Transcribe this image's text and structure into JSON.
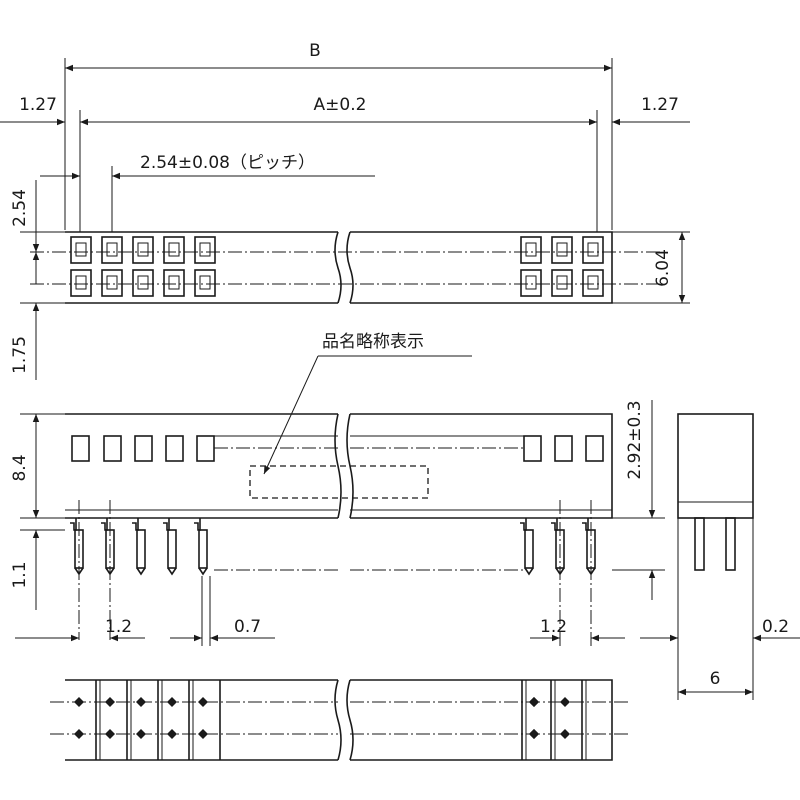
{
  "labels": {
    "overall_length": "B",
    "pin_row_length": "A±0.2",
    "end_margin_left": "1.27",
    "end_margin_right": "1.27",
    "pitch": "2.54±0.08（ピッチ）",
    "row_pitch": "2.54",
    "top_width": "6.04",
    "edge_offset": "1.75",
    "marking_note": "品名略称表示",
    "body_height": "8.4",
    "contact_height": "2.92±0.3",
    "pin_length": "1.1",
    "pin_spacing_left": "1.2",
    "pin_thickness": "0.7",
    "pin_spacing_right": "1.2",
    "side_offset": "0.2",
    "side_width": "6"
  }
}
